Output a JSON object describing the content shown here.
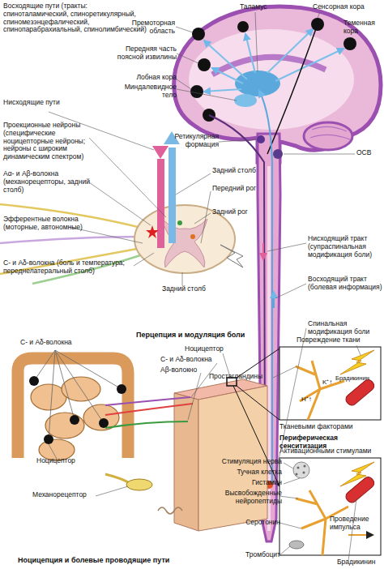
{
  "diagram": {
    "labels": [
      "Восходящие пути (тракты: спиноталамический, спиноретикулярный, спиномезэнцефалический, спинопарабрахиальный, спинолимбический)",
      "Таламус",
      "Сенсорная кора",
      "Премоторная область",
      "Теменная кора",
      "Передняя часть поясной извилины",
      "Лобная кора",
      "Миндалевидное тело",
      "Нисходящие пути",
      "Проекционные нейроны (специфические ноцицепторные нейроны; нейроны с широким динамическим спектром)",
      "Ретикулярная формация",
      "ОСВ",
      "Задний столб",
      "Aα- и Aβ-волокна (механорецепторы, задний столб)",
      "Передний рог",
      "Задний рог",
      "Эфферентные волокна (моторные, автономные)",
      "Нисходящий тракт (супраспинальная модификация боли)",
      "C- и Aδ-волокна (боль и температура; переднелатеральный столб)",
      "Восходящий тракт (болевая информация)",
      "Задний столб",
      "Спинальная модификация боли",
      "Перцепция и модуляция боли",
      "C- и Aδ-волокна",
      "Ноцицептор",
      "C- и Aδ-волокна",
      "Aβ-волокно",
      "Ноцицептор",
      "Механорецептор",
      "Простагландины",
      "Повреждение ткани",
      "K⁺↑",
      "H⁺↑",
      "Брадикинин",
      "Тканевыми факторами",
      "Периферическая сенситизация",
      "Активационными стимулами",
      "Стимуляция нерва",
      "Тучная клетка",
      "Гистамин",
      "Высвобожденные нейропептиды",
      "Серотонин",
      "Тромбоцит",
      "Проведение импульса",
      "Брадикинин",
      "Ноцицепция и болевые проводящие пути"
    ]
  }
}
